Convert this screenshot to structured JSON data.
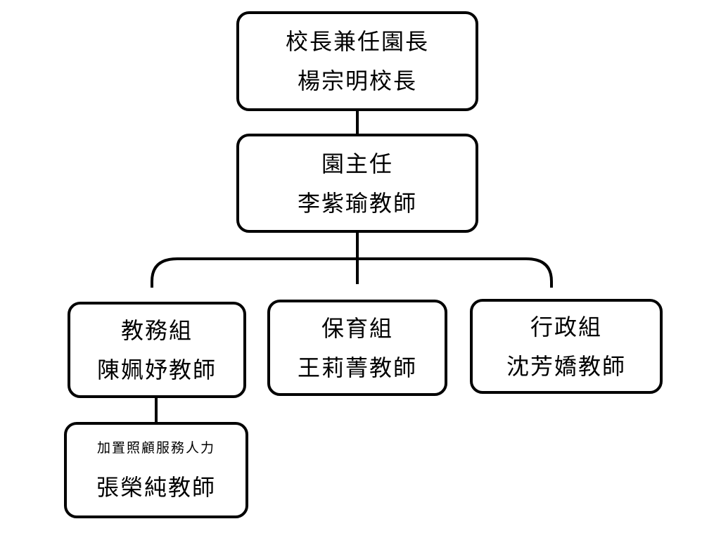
{
  "org_chart": {
    "principal": {
      "role": "校長兼任園長",
      "name": "楊宗明校長"
    },
    "director": {
      "role": "園主任",
      "name": "李紫瑜教師"
    },
    "teaching": {
      "role": "教務組",
      "name": "陳姵妤教師"
    },
    "care": {
      "role": "保育組",
      "name": "王莉菁教師"
    },
    "admin": {
      "role": "行政組",
      "name": "沈芳嬌教師"
    },
    "assistant": {
      "role": "加置照顧服務人力",
      "name": "張榮純教師"
    }
  }
}
